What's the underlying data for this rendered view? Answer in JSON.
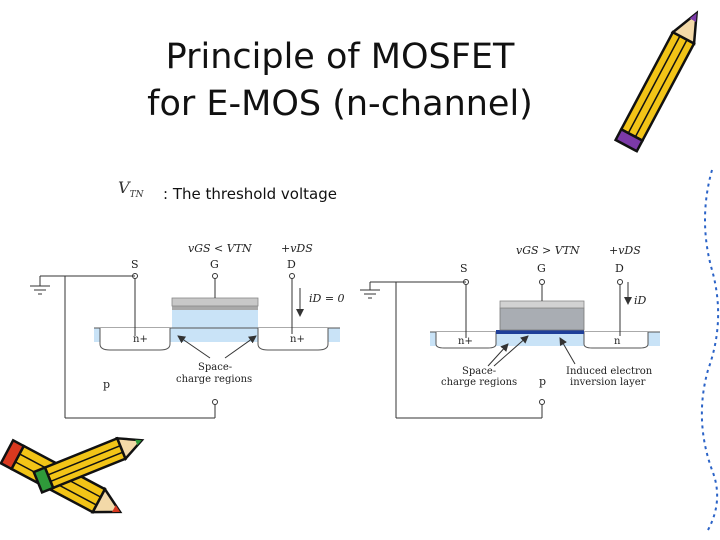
{
  "title_line1": "Principle of MOSFET",
  "title_line2": "for E-MOS (n-channel)",
  "symbol": {
    "main": "V",
    "subscript": "TN"
  },
  "symbol_description": ": The threshold voltage",
  "left_diagram": {
    "vgs_label": "vGS < VTN",
    "vds_label": "+vDS",
    "source": "S",
    "gate": "G",
    "drain": "D",
    "id_label": "iD = 0",
    "n_plus_left": "n+",
    "n_plus_right": "n+",
    "space_charge_1": "Space-",
    "space_charge_2": "charge regions",
    "substrate": "p"
  },
  "right_diagram": {
    "vgs_label": "vGS > VTN",
    "vds_label": "+vDS",
    "source": "S",
    "gate": "G",
    "drain": "D",
    "id_label": "iD",
    "n_plus_left": "n+",
    "n_right": "n",
    "space_charge_1": "Space-",
    "space_charge_2": "charge regions",
    "substrate": "p",
    "inversion_1": "Induced electron",
    "inversion_2": "inversion layer"
  },
  "clipart": [
    "pencil-top-right",
    "pencils-bottom-left"
  ],
  "colors": {
    "depletion": "#c9e3f7",
    "gate_metal": "#c8c8c8",
    "oxide": "#a9a9a9",
    "pencil_yellow": "#f2c417",
    "pencil_red": "#d9391f",
    "pencil_purple": "#7c3aa8"
  }
}
